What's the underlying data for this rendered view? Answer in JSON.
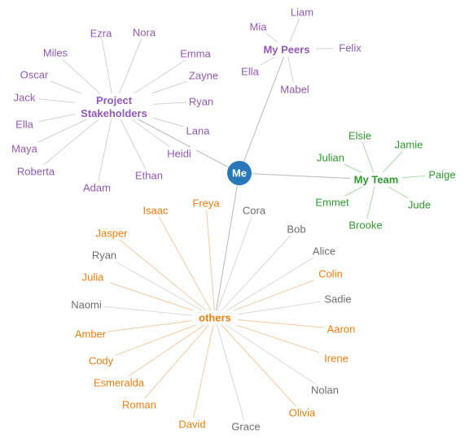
{
  "colors": {
    "peers": "#9459b8",
    "stakeholders": "#9459b8",
    "team": "#2e9a2e",
    "others": "#f07e10",
    "gray": "#6e6e6e",
    "me_fill": "#2777b9",
    "main_line": "#b8b8b8",
    "purple_line": "#d2d2d2",
    "team_line": "#a9dca4",
    "orange_line": "#f6c9a0",
    "gray_line": "#d8d8d8"
  },
  "center": {
    "label": "Me"
  },
  "groups": [
    {
      "id": "peers",
      "label": "My Peers",
      "color_key": "peers",
      "members": [
        {
          "name": "Liam",
          "tone": "group"
        },
        {
          "name": "Mia",
          "tone": "group"
        },
        {
          "name": "Felix",
          "tone": "group"
        },
        {
          "name": "Ella",
          "tone": "group"
        },
        {
          "name": "Mabel",
          "tone": "group"
        }
      ]
    },
    {
      "id": "stakeholders",
      "label": "Project Stakeholders",
      "color_key": "stakeholders",
      "members": [
        {
          "name": "Ezra",
          "tone": "group"
        },
        {
          "name": "Nora",
          "tone": "group"
        },
        {
          "name": "Miles",
          "tone": "group"
        },
        {
          "name": "Emma",
          "tone": "group"
        },
        {
          "name": "Oscar",
          "tone": "group"
        },
        {
          "name": "Zayne",
          "tone": "group"
        },
        {
          "name": "Jack",
          "tone": "group"
        },
        {
          "name": "Ryan",
          "tone": "group"
        },
        {
          "name": "Ella",
          "tone": "group"
        },
        {
          "name": "Lana",
          "tone": "group"
        },
        {
          "name": "Maya",
          "tone": "group"
        },
        {
          "name": "Heidi",
          "tone": "group"
        },
        {
          "name": "Roberta",
          "tone": "group"
        },
        {
          "name": "Ethan",
          "tone": "group"
        },
        {
          "name": "Adam",
          "tone": "group"
        }
      ]
    },
    {
      "id": "team",
      "label": "My Team",
      "color_key": "team",
      "members": [
        {
          "name": "Elsie",
          "tone": "group"
        },
        {
          "name": "Jamie",
          "tone": "group"
        },
        {
          "name": "Julian",
          "tone": "group"
        },
        {
          "name": "Paige",
          "tone": "group"
        },
        {
          "name": "Emmet",
          "tone": "group"
        },
        {
          "name": "Jude",
          "tone": "group"
        },
        {
          "name": "Brooke",
          "tone": "group"
        }
      ]
    },
    {
      "id": "others",
      "label": "others",
      "color_key": "others",
      "members": [
        {
          "name": "Isaac",
          "tone": "group"
        },
        {
          "name": "Freya",
          "tone": "group"
        },
        {
          "name": "Cora",
          "tone": "gray"
        },
        {
          "name": "Jasper",
          "tone": "group"
        },
        {
          "name": "Bob",
          "tone": "gray"
        },
        {
          "name": "Ryan",
          "tone": "gray"
        },
        {
          "name": "Alice",
          "tone": "gray"
        },
        {
          "name": "Julia",
          "tone": "group"
        },
        {
          "name": "Colin",
          "tone": "group"
        },
        {
          "name": "Naomi",
          "tone": "gray"
        },
        {
          "name": "Sadie",
          "tone": "gray"
        },
        {
          "name": "Amber",
          "tone": "group"
        },
        {
          "name": "Aaron",
          "tone": "group"
        },
        {
          "name": "Cody",
          "tone": "group"
        },
        {
          "name": "Irene",
          "tone": "group"
        },
        {
          "name": "Esmeralda",
          "tone": "group"
        },
        {
          "name": "Nolan",
          "tone": "gray"
        },
        {
          "name": "Roman",
          "tone": "group"
        },
        {
          "name": "Olivia",
          "tone": "group"
        },
        {
          "name": "David",
          "tone": "group"
        },
        {
          "name": "Grace",
          "tone": "gray"
        }
      ]
    }
  ]
}
